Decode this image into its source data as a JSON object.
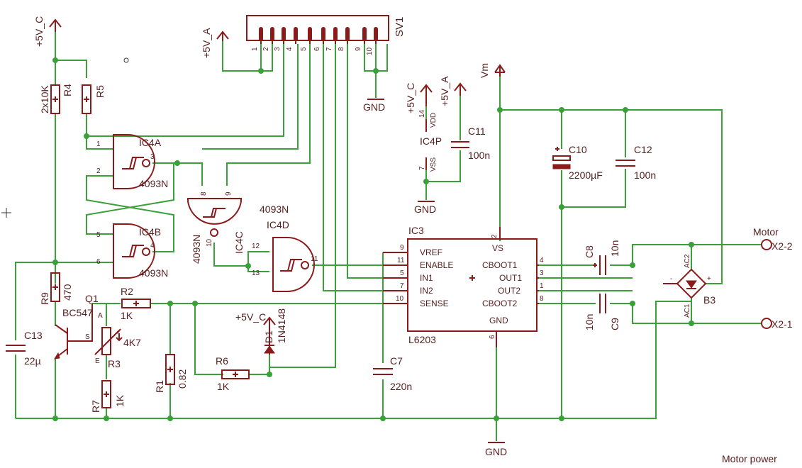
{
  "sheet_title": "Motor power",
  "connector": {
    "name": "SV1",
    "pins": [
      "1",
      "2",
      "3",
      "4",
      "5",
      "6",
      "7",
      "8",
      "9",
      "10"
    ]
  },
  "supplies": {
    "v5c": "+5V_C",
    "v5a": "+5V_A",
    "vm": "Vm",
    "gnd": "GND"
  },
  "ic3": {
    "name": "IC3",
    "type": "L6203",
    "left_pins": [
      {
        "num": "9",
        "name": "VREF"
      },
      {
        "num": "11",
        "name": "ENABLE"
      },
      {
        "num": "5",
        "name": "IN1"
      },
      {
        "num": "7",
        "name": "IN2"
      },
      {
        "num": "10",
        "name": "SENSE"
      }
    ],
    "right_pins": [
      {
        "num": "4",
        "name": "CBOOT1"
      },
      {
        "num": "3",
        "name": "OUT1"
      },
      {
        "num": "1",
        "name": "OUT2"
      },
      {
        "num": "8",
        "name": "CBOOT2"
      }
    ],
    "top_pin": {
      "num": "2",
      "name": "VS"
    },
    "bottom_pin": {
      "num": "6",
      "name": "GND"
    }
  },
  "gates": {
    "ic4a": {
      "name": "IC4A",
      "type": "4093N",
      "pins": [
        "1",
        "2",
        "3"
      ]
    },
    "ic4b": {
      "name": "IC4B",
      "type": "4093N",
      "pins": [
        "5",
        "6",
        "4"
      ]
    },
    "ic4c": {
      "name": "IC4C",
      "type": "4093N",
      "pins": [
        "8",
        "9",
        "10"
      ]
    },
    "ic4d": {
      "name": "IC4D",
      "type": "4093N",
      "pins": [
        "12",
        "13",
        "11"
      ]
    },
    "ic4p": {
      "name": "IC4P",
      "vdd": "VDD",
      "vss": "VSS",
      "pin_vdd": "14",
      "pin_vss": "7"
    }
  },
  "parts": {
    "r4": {
      "name": "R4",
      "value": "2x10K"
    },
    "r5": {
      "name": "R5"
    },
    "r9": {
      "name": "R9",
      "value": "470"
    },
    "r2": {
      "name": "R2",
      "value": "1K"
    },
    "r3": {
      "name": "R3",
      "value": "4K7",
      "pins": [
        "A",
        "S",
        "E"
      ]
    },
    "r7": {
      "name": "R7",
      "value": "1K"
    },
    "r1": {
      "name": "R1",
      "value": "0.82"
    },
    "r6": {
      "name": "R6",
      "value": "1K"
    },
    "q1": {
      "name": "Q1",
      "value": "BC547"
    },
    "c13": {
      "name": "C13",
      "value": "22µ"
    },
    "c7": {
      "name": "C7",
      "value": "220n"
    },
    "c11": {
      "name": "C11",
      "value": "100n"
    },
    "c10": {
      "name": "C10",
      "value": "2200µF"
    },
    "c12": {
      "name": "C12",
      "value": "100n"
    },
    "c8": {
      "name": "C8",
      "value": "10n"
    },
    "c9": {
      "name": "C9",
      "value": "10n"
    },
    "d1": {
      "name": "D1",
      "value": "1N4148"
    },
    "b3": {
      "name": "B3",
      "ac1": "AC1",
      "ac2": "AC2",
      "plus": "+",
      "minus": "-"
    }
  },
  "terminals": {
    "label": "Motor",
    "x22": "X2-2",
    "x21": "X2-1"
  }
}
